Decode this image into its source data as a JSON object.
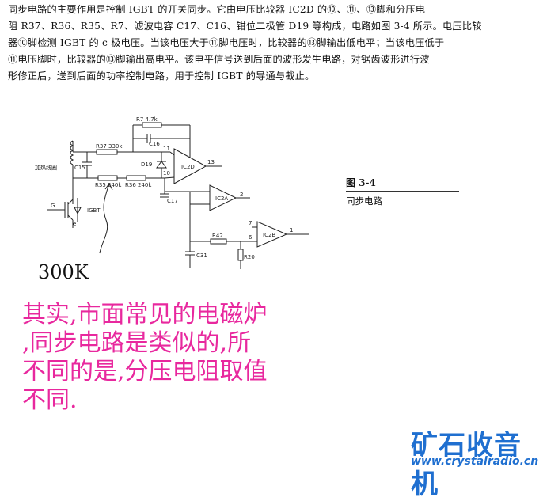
{
  "text": {
    "lines": [
      "同步电路的主要作用是控制 IGBT 的开关同步。它由电压比较器 IC2D 的⑩、⑪、⑬脚和分压电",
      "阻 R37、R36、R35、R7、滤波电容 C17、C16、钳位二极管 D19 等构成，电路如图 3-4 所示。电压比较",
      "器⑩脚检测 IGBT 的 c 极电压。当该电压大于⑪脚电压时，比较器的⑬脚输出低电平；当该电压低于",
      "⑪电压脚时，比较器的⑬脚输出高电平。该电平信号送到后面的波形发生电路，对锯齿波形进行波",
      "形修正后，送到后面的功率控制电路，用于控制 IGBT 的导通与截止。"
    ]
  },
  "figure": {
    "number": "图 3-4",
    "caption": "同步电路"
  },
  "circuit": {
    "labels": {
      "r7": "R7 4.7k",
      "c16": "C16",
      "r37": "R37 330k",
      "c15": "C15",
      "coil": "加热线圈",
      "d19": "D19",
      "ic2d": "IC2D",
      "r35": "R35 240k",
      "r36": "R36 240k",
      "c17": "C17",
      "ic2a": "IC2A",
      "r42": "R42",
      "ic2b": "IC2B",
      "c31": "C31",
      "r20": "R20",
      "igbt": "IGBT",
      "g": "G",
      "e": "e",
      "pin11": "11",
      "pin10": "10",
      "pin13": "13",
      "pin2": "2",
      "pin6": "6",
      "pin7": "7",
      "pin1": "1"
    }
  },
  "annotations": {
    "label_300k": "300K",
    "note_lines": [
      "其实,市面常见的电磁炉",
      ",同步电路是类似的,所",
      "不同的是,分压电阻取值",
      "不同."
    ]
  },
  "watermark": {
    "name": "矿石收音机",
    "url": "www.crystalradio.cn"
  },
  "colors": {
    "note": "#e8289e",
    "watermark": "#1f6fd0"
  }
}
